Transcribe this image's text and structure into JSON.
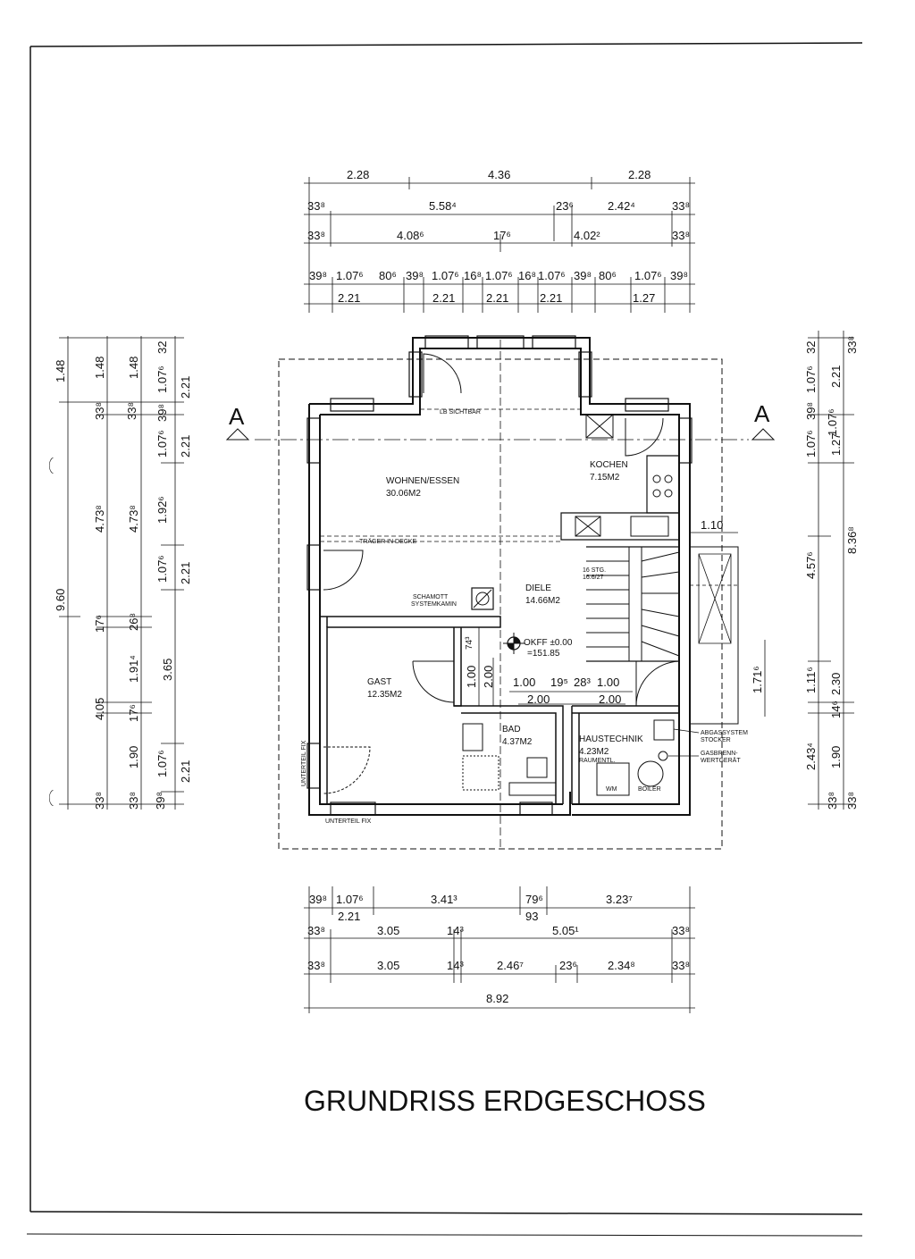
{
  "title": "GRUNDRISS ERDGESCHOSS",
  "section_marks": {
    "left": "A",
    "right": "A"
  },
  "rooms": [
    {
      "name": "WOHNEN/ESSEN",
      "area": "30.06M2"
    },
    {
      "name": "KOCHEN",
      "area": "7.15M2"
    },
    {
      "name": "DIELE",
      "area": "14.66M2"
    },
    {
      "name": "GAST",
      "area": "12.35M2"
    },
    {
      "name": "BAD",
      "area": "4.37M2"
    },
    {
      "name": "HAUSTECHNIK",
      "area": "4.23M2"
    }
  ],
  "labels": {
    "sichtbar": "LB SICHTBAR",
    "traeger": "TRÄGER IN DECKE",
    "kamin_1": "SCHAMOTT",
    "kamin_2": "SYSTEMKAMIN",
    "stair_1": "16 STG.",
    "stair_2": "16.6/27",
    "okff": "OKFF ±0.00",
    "okff_nn": "=151.85",
    "raumentl": "RAUMENTL.",
    "wm": "WM",
    "boiler": "BOILER",
    "abgas_1": "ABGASSYSTEM",
    "abgas_2": "STOCKER",
    "gas_1": "GASBRENN-",
    "gas_2": "WERTGERÄT",
    "unterteil_fix_1": "UNTERTEIL FIX",
    "unterteil_fix_2": "UNTERTEIL FIX"
  },
  "dims_top": {
    "row1": [
      "2.28",
      "4.36",
      "2.28"
    ],
    "row2": [
      "33⁸",
      "5.58⁴",
      "23⁶",
      "2.42⁴",
      "33⁸"
    ],
    "row3": [
      "33⁸",
      "4.08⁶",
      "17⁶",
      "4.02²",
      "33⁸"
    ],
    "row4": [
      "39⁸",
      "1.07⁶",
      "80⁶",
      "39⁸",
      "1.07⁶",
      "16⁸",
      "1.07⁶",
      "16⁸",
      "1.07⁶",
      "39⁸",
      "80⁶",
      "1.07⁶",
      "39⁸"
    ],
    "row5": [
      "2.21",
      "2.21",
      "2.21",
      "2.21",
      "1.27"
    ]
  },
  "dims_bottom": {
    "row1": [
      "39⁸",
      "1.07⁶",
      "3.41³",
      "79⁶",
      "3.23⁷"
    ],
    "row1b": [
      "2.21",
      "93"
    ],
    "row2": [
      "33⁸",
      "3.05",
      "14³",
      "5.05¹",
      "33⁸"
    ],
    "row3": [
      "33⁸",
      "3.05",
      "14³",
      "2.46⁷",
      "23⁶",
      "2.34⁸",
      "33⁸"
    ],
    "row4": [
      "8.92"
    ]
  },
  "dims_left": {
    "col1": [
      "1.48",
      "9.60",
      "4.05"
    ],
    "col2": [
      "1.48",
      "33⁸",
      "4.73⁸",
      "17⁶",
      "1.91⁴",
      "17⁶",
      "1.90",
      "33⁸"
    ],
    "col3": [
      "1.48",
      "33⁸",
      "4.73⁸",
      "26⁸",
      "3.65",
      "33⁸"
    ],
    "col4": [
      "1.07⁶",
      "39⁸",
      "1.07⁶",
      "1.92⁶",
      "1.07⁶",
      "1.07⁶",
      "39⁸"
    ],
    "col5": [
      "32",
      "2.21",
      "2.21",
      "2.21",
      "2.21"
    ]
  },
  "dims_right": {
    "col1": [
      "32",
      "1.07⁶",
      "39⁸",
      "1.07⁶",
      "1.07⁶",
      "4.57⁶",
      "1.11⁶",
      "2.43⁴",
      "33⁸"
    ],
    "col2": [
      "33⁸",
      "2.21",
      "1.27",
      "8.36⁸",
      "2.30",
      "14⁶",
      "1.90",
      "33⁸"
    ]
  },
  "dims_interior": {
    "v1": "74³",
    "v2": "1.00",
    "v3": "2.00",
    "h1": "1.00",
    "h2": "19⁵",
    "h3": "28³",
    "h4": "1.00",
    "h5": "2.00",
    "h6": "2.00",
    "ext1": "1.10",
    "ext2": "1.71⁶"
  }
}
